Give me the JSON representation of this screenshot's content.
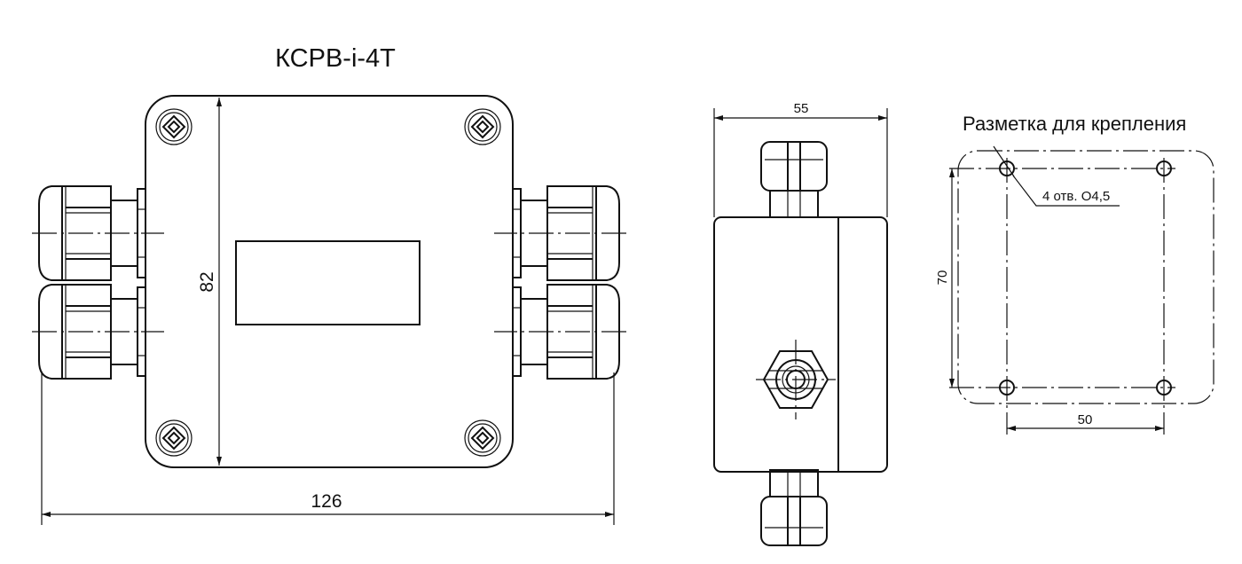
{
  "title": "КСРВ-i-4Т",
  "front_view": {
    "height_dim": "82",
    "width_dim": "126"
  },
  "side_view": {
    "width_dim": "55"
  },
  "mounting": {
    "title": "Разметка для крепления",
    "holes_label": "4 отв. О4,5",
    "vertical_dim": "70",
    "horizontal_dim": "50"
  }
}
